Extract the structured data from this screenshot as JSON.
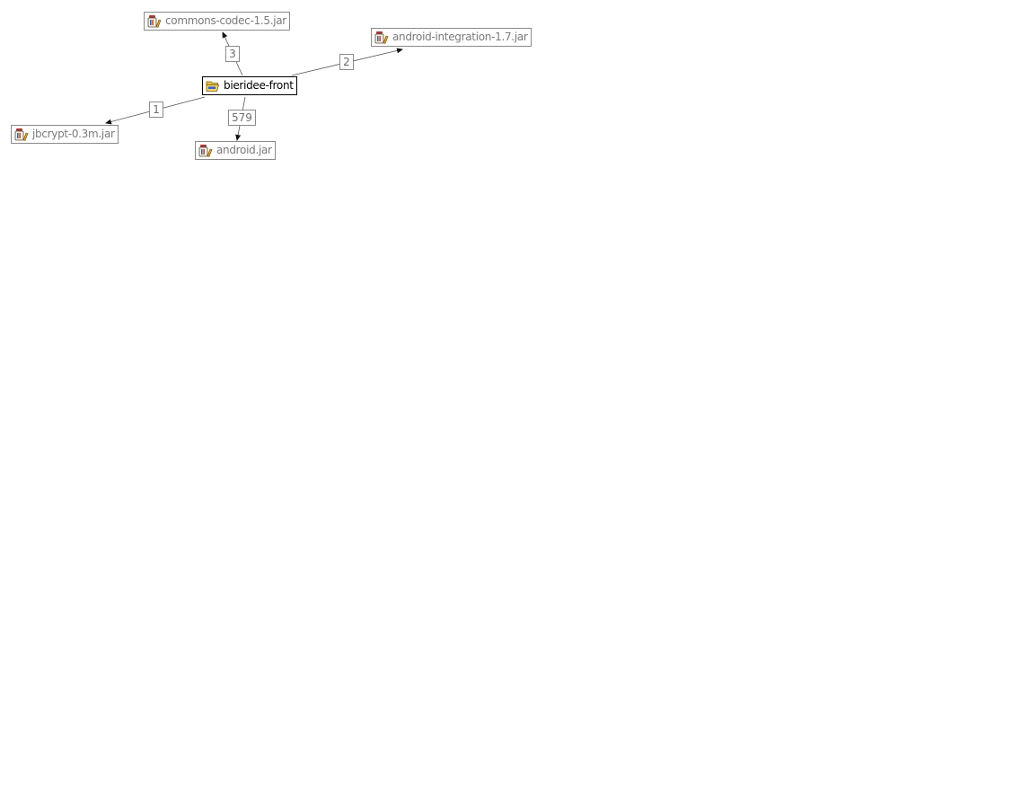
{
  "graph": {
    "root": {
      "label": "bieridee-front",
      "icon": "folder-open-icon"
    },
    "dependencies": [
      {
        "id": "commons-codec",
        "label": "commons-codec-1.5.jar",
        "count": "3",
        "icon": "jar-library-icon"
      },
      {
        "id": "android-integration",
        "label": "android-integration-1.7.jar",
        "count": "2",
        "icon": "jar-library-icon"
      },
      {
        "id": "jbcrypt",
        "label": "jbcrypt-0.3m.jar",
        "count": "1",
        "icon": "jar-library-icon"
      },
      {
        "id": "android",
        "label": "android.jar",
        "count": "579",
        "icon": "jar-library-icon"
      }
    ]
  },
  "colors": {
    "node_border": "#8a8a8a",
    "root_border": "#000000",
    "edge": "#444444",
    "text_muted": "#7a7a7a"
  }
}
